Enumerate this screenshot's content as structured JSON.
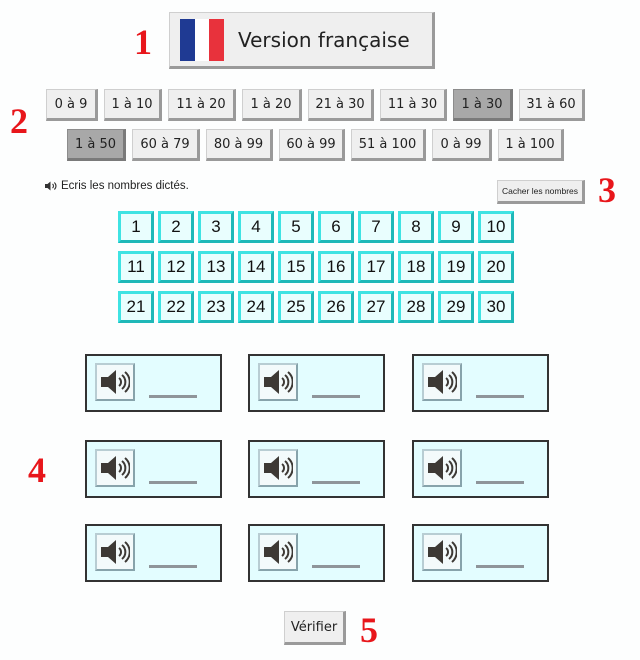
{
  "markers": [
    "1",
    "2",
    "3",
    "4",
    "5"
  ],
  "language_button": {
    "label": "Version française",
    "flag_colors": [
      "#1f3a93",
      "#ffffff",
      "#e8323c"
    ]
  },
  "ranges": {
    "row1": [
      {
        "label": "0 à 9",
        "active": false
      },
      {
        "label": "1 à 10",
        "active": false
      },
      {
        "label": "11 à 20",
        "active": false
      },
      {
        "label": "1 à 20",
        "active": false
      },
      {
        "label": "21 à 30",
        "active": false
      },
      {
        "label": "11 à 30",
        "active": false
      },
      {
        "label": "1 à 30",
        "active": true
      },
      {
        "label": "31 à 60",
        "active": false
      }
    ],
    "row2": [
      {
        "label": "1 à 50",
        "active": true
      },
      {
        "label": "60 à 79",
        "active": false
      },
      {
        "label": "80 à 99",
        "active": false
      },
      {
        "label": "60 à 99",
        "active": false
      },
      {
        "label": "51 à 100",
        "active": false
      },
      {
        "label": "0 à 99",
        "active": false
      },
      {
        "label": "1 à 100",
        "active": false
      }
    ]
  },
  "instruction": {
    "icon": "speaker-icon",
    "text": "Ecris les nombres dictés."
  },
  "hide_button": {
    "label": "Cacher les nombres"
  },
  "number_grid": [
    [
      "1",
      "2",
      "3",
      "4",
      "5",
      "6",
      "7",
      "8",
      "9",
      "10"
    ],
    [
      "11",
      "12",
      "13",
      "14",
      "15",
      "16",
      "17",
      "18",
      "19",
      "20"
    ],
    [
      "21",
      "22",
      "23",
      "24",
      "25",
      "26",
      "27",
      "28",
      "29",
      "30"
    ]
  ],
  "answers": {
    "count": 9,
    "placeholder": "___",
    "icon": "speaker-icon"
  },
  "verify_button": {
    "label": "Vérifier"
  },
  "colors": {
    "marker": "#e8161b",
    "cell_bg": "#e9fefe",
    "cell_border": "#3fe3e3",
    "answer_bg": "#e3fdff",
    "active_range": "#a8a8a8"
  }
}
